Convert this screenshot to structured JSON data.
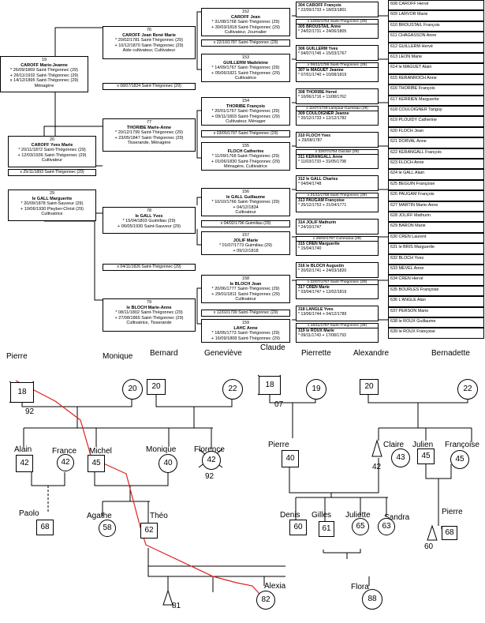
{
  "gen4": [
    {
      "num": "19",
      "name": "CAROFF Marie-Jeanne",
      "l1": "* 26/09/1869 Saint-Thégonnec (29)",
      "l2": "+ 26/11/1932 Saint-Thégonnec (29)",
      "l3": "x 14/12/1895 Saint-Thégonnec (29)",
      "job": "Ménagère"
    },
    {
      "num": "20",
      "name": "CAROFF Yves Marie",
      "l1": "* 20/11/1872 Saint-Thégonnec (29)",
      "l2": "+ 12/03/1936 Saint-Thégonnec (29)",
      "l3": "",
      "job": "Cultivateur"
    },
    {
      "num": "29",
      "name": "le GALL Marguerite",
      "l1": "* 20/09/1878 Saint-Sauveur (29)",
      "l2": "+ 10/06/1930 Pleyber-Christ (29)",
      "l3": "",
      "job": "Cultivatrice"
    }
  ],
  "gen4_marriages": [
    "x 25/11/1893 Saint-Thégonnec (29)"
  ],
  "gen5": [
    {
      "num": "76",
      "name": "CAROFF Jean René Marie",
      "l1": "* 20/02/1781 Saint-Thégonnec (29)",
      "l2": "+ 10/12/1870 Saint-Thégonnec (29)",
      "job": "Aide cultivateur, Cultivateur"
    },
    {
      "num": "77",
      "name": "THORIBE Marie-Anne",
      "l1": "* 20/12/1799 Saint-Thégonnec (29)",
      "l2": "+ 23/05/1847 Saint-Thégonnec (29)",
      "job": "Tisserande, Ménagère"
    },
    {
      "num": "78",
      "name": "le GALL Yves",
      "l1": "* 15/04/1803 Guimiliau (29)",
      "l2": "+ 06/05/1930 Saint-Sauveur (29)",
      "job": ""
    },
    {
      "num": "79",
      "name": "le BLOCH Marie-Anne",
      "l1": "* 08/11/1802 Saint-Thégonnec (29)",
      "l2": "+ 27/08/1865 Saint-Thégonnec (29)",
      "job": "Cultivatrice, Tisserande"
    }
  ],
  "gen5_marriages": [
    "x 08/07/1824 Saint-Thégonnec (29)",
    "x 04/11/1826 Saint-Thégonnec (29)"
  ],
  "gen6": [
    {
      "num": "152",
      "name": "CAROFF Jean",
      "l1": "* 31/08/1768 Saint-Thégonnec (29)",
      "l2": "+ 30/03/1818 Saint-Thégonnec (29)",
      "job": "Cultivateur, Journalier"
    },
    {
      "num": "153",
      "name": "GUILLERM Madeleine",
      "l1": "* 14/09/1767 Saint-Thégonnec (29)",
      "l2": "+ 05/06/1821 Saint-Thégonnec (29)",
      "job": "Cultivatrice"
    },
    {
      "num": "154",
      "name": "THORIBE François",
      "l1": "* 20/01/1767 Saint-Thégonnec (29)",
      "l2": "+ 09/11/1803 Saint-Thégonnec (29)",
      "job": "Cultivateur, Ménager"
    },
    {
      "num": "155",
      "name": "FLOCH Catherine",
      "l1": "* 11/09/1768 Saint-Thégonnec (29)",
      "l2": "+ 01/06/1830 Saint-Thégonnec (29)",
      "job": "Ménagère, Cultivatrice"
    },
    {
      "num": "156",
      "name": "le GALL Guillaume",
      "l1": "* 10/10/1766 Saint-Thégonnec (29)",
      "l2": "+ 04/12/1834",
      "job": "Cultivateur"
    },
    {
      "num": "157",
      "name": "JOLIF Marie",
      "l1": "* 01/07/1773 Guimiliau (29)",
      "l2": "+ 09/12/1818",
      "job": ""
    },
    {
      "num": "158",
      "name": "le BLOCH Jean",
      "l1": "* 20/06/1777 Saint-Thégonnec (29)",
      "l2": "+ 29/01/1811 Saint-Thégonnec (29)",
      "job": "Cultivateur"
    },
    {
      "num": "159",
      "name": "LAHC Anne",
      "l1": "* 18/05/1773 Saint-Thégonnec (29)",
      "l2": "+ 16/09/1808 Saint-Thégonnec (29)",
      "job": ""
    }
  ],
  "gen6_marriages": [
    "x 22/10/1787 Saint-Thégonnec (29)",
    "x 03/05/1797 Saint-Thégonnec (29)",
    "x 04/02/1796 Guimiliau (29)",
    "x 12/02/1799 Saint-Thégonnec (29)"
  ],
  "gen7": [
    {
      "num": "304",
      "name": "CAROFF François",
      "l1": "* 22/09/1733",
      "l2": "+ 18/03/1801"
    },
    {
      "num": "305",
      "name": "BROUSTAIL Anne",
      "l1": "* 24/02/1731",
      "l2": "+ 24/06/1805"
    },
    {
      "num": "306",
      "name": "GUILLERM Yves",
      "l1": "* 04/07/1746",
      "l2": "+ 15/03/1767"
    },
    {
      "num": "307",
      "name": "le MAGUET Jeanne",
      "l1": "* 07/01/1740",
      "l2": "+ 10/08/1819"
    },
    {
      "num": "308",
      "name": "THORIBE Hervé",
      "l1": "* 10/06/1716",
      "l2": "+ 11/08/1762"
    },
    {
      "num": "309",
      "name": "COULOIGNER Jeanne",
      "l1": "* 20/12/1733",
      "l2": "+ 12/12/1782"
    },
    {
      "num": "310",
      "name": "FLOCH Yves",
      "l1": "",
      "l2": "+ 29/08/1787"
    },
    {
      "num": "311",
      "name": "KERANGALL Anne",
      "l1": "* 11/03/1733",
      "l2": "+ 31/05/1798"
    },
    {
      "num": "312",
      "name": "le GALL Charles",
      "l1": "* 04/04/1748",
      "l2": ""
    },
    {
      "num": "313",
      "name": "PAUGAM Françoise",
      "l1": "* 25/12/1753",
      "l2": "+ 21/04/1771"
    },
    {
      "num": "314",
      "name": "JOLIF Mathurin",
      "l1": "* 24/10/1747",
      "l2": ""
    },
    {
      "num": "315",
      "name": "CREN Marguerite",
      "l1": "* 15/04/1740",
      "l2": ""
    },
    {
      "num": "316",
      "name": "le BLOCH Augustin",
      "l1": "* 20/02/1741",
      "l2": "+ 24/03/1820"
    },
    {
      "num": "317",
      "name": "CREN Marie",
      "l1": "* 03/04/1747",
      "l2": "+ 12/02/1819"
    },
    {
      "num": "318",
      "name": "LANGLE Yves",
      "l1": "* 13/06/1744",
      "l2": "+ 04/12/1789"
    },
    {
      "num": "319",
      "name": "le ROUX Marie",
      "l1": "* 09/11/1743",
      "l2": "+ 17/08/1793"
    }
  ],
  "gen7_marriages": [
    "x 12/02/1754 Saint-Thégonnec (29)",
    "x 06/11/1766 Saint-Thégonnec (29)",
    "x 11/07/1729 Lampaul-Guimiliau (29)",
    "x 22/07/1754 Guiclan (29)",
    "x 21/11/1768 Saint-Thégonnec (29)",
    "x 25/02/1767 Commana (29)",
    "x 22/07/1767 Saint-Thégonnec (29)",
    "x 16/11/1767 Saint-Thégonnec (29)"
  ],
  "gen8": [
    "608 CAROFF Hervé",
    "609 LARVOR Marie",
    "610 BROUSTAIL François",
    "611 CHAGASSON Anne",
    "612 GUILLERM Hervé",
    "613 LEON Marie",
    "614 le MAGUET Alain",
    "615 KERANROCH Anne",
    "616 THORIBE François",
    "617 KERRIEN Marguerite",
    "618 COULOIGNER Tanguy",
    "619 PLOUIDY Catherine",
    "620 FLOCH Jean",
    "621 DORVAL Anne",
    "622 KERANGALL François",
    "623 FLOCH Anne",
    "624 le GALL Alain",
    "625 BEGUIN Françoise",
    "626 PAUGAM François",
    "627 MARTIN Marie-Anne",
    "628 JOLIFF Mathurin",
    "629 BARON Marie",
    "630 CREN Laurent",
    "631 le BRIS Marguerite",
    "632 BLOCH Yves",
    "633 MEVEL Anne",
    "634 CREN Hervé",
    "635 BOURLES Françoise",
    "636 L'ANGLE Alan",
    "637 PERSON Marie",
    "638 le ROUX Guillaume",
    "639 le ROUX Françoise"
  ],
  "people": {
    "pierre_top": "Pierre",
    "pierre_top_num": "18",
    "pierre_top_age": "92",
    "monique_top": "Monique",
    "monique_top_num": "20",
    "bernard": "Bernard",
    "bernard_num": "20",
    "genevieve": "Geneviève",
    "genevieve_num": "22",
    "claude": "Claude",
    "claude_num": "18",
    "claude_age": "07",
    "pierrette": "Pierrette",
    "pierrette_num": "19",
    "alexandre": "Alexandre",
    "alexandre_num": "20",
    "bernadette": "Bernadette",
    "bernadette_num": "22",
    "alain": "Alain",
    "alain_num": "42",
    "france": "France",
    "france_num": "42",
    "michel": "Michel",
    "michel_num": "45",
    "monique_mid": "Monique",
    "monique_mid_num": "40",
    "florence": "Florence",
    "florence_num": "42",
    "florence_age": "92",
    "pierre_mid": "Pierre",
    "pierre_mid_num": "40",
    "claire": "Claire",
    "claire_num": "43",
    "claire_age": "42",
    "julien": "Julien",
    "julien_num": "45",
    "francoise": "Françoise",
    "francoise_num": "45",
    "paolo": "Paolo",
    "paolo_num": "68",
    "agathe": "Agathe",
    "agathe_num": "58",
    "theo": "Théo",
    "theo_num": "62",
    "denis": "Denis",
    "denis_num": "60",
    "gilles": "Gilles",
    "gilles_num": "61",
    "juliette": "Juliette",
    "juliette_num": "65",
    "sandra": "Sandra",
    "sandra_num": "63",
    "pierre_low": "Pierre",
    "pierre_low_num": "68",
    "pierre_low_age": "60",
    "alexia": "Alexia",
    "alexia_num": "82",
    "flora": "Flora",
    "flora_num": "88",
    "bottom_age": "81"
  },
  "colors": {
    "path": "#e02020",
    "line": "#000000"
  }
}
